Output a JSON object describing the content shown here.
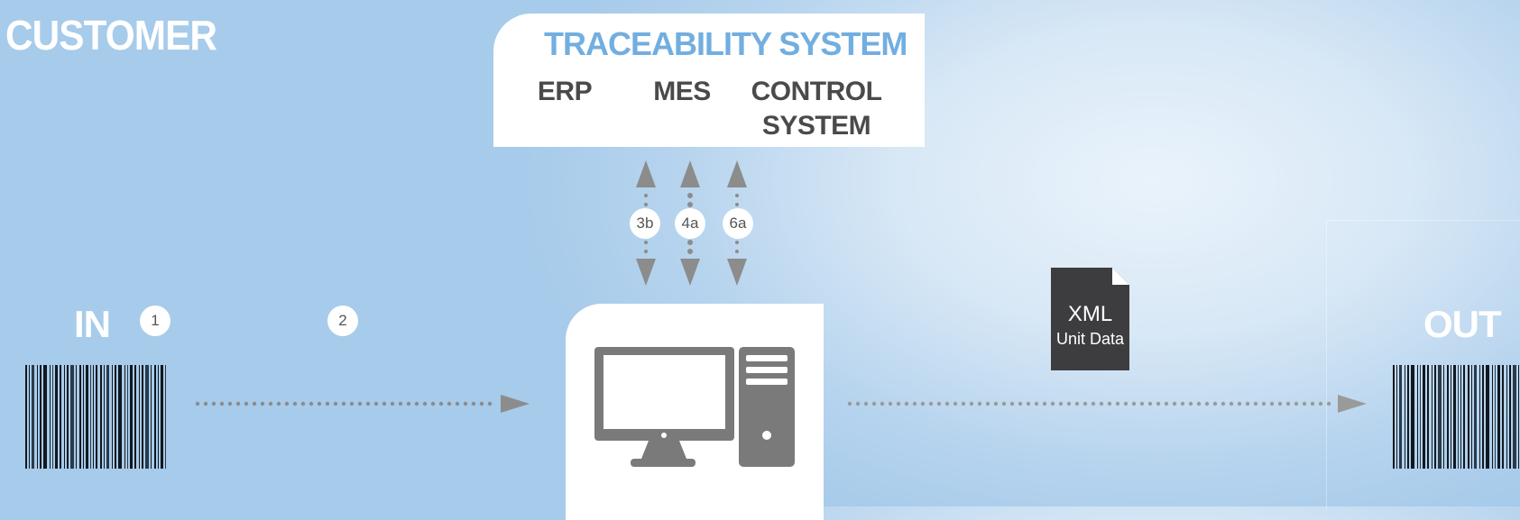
{
  "customer_label": "CUSTOMER",
  "traceability": {
    "title": "TRACEABILITY SYSTEM",
    "erp": "ERP",
    "mes": "MES",
    "control_line1": "CONTROL",
    "control_line2": "SYSTEM"
  },
  "badges": {
    "b3b": "3b",
    "b4a": "4a",
    "b6a": "6a",
    "b1": "1",
    "b2": "2"
  },
  "in_label": "IN",
  "out_label": "OUT",
  "xml": {
    "line1": "XML",
    "line2": "Unit Data"
  },
  "colors": {
    "background": "#a7cbea",
    "title_blue": "#72aee0",
    "dark_text": "#4a4a4a",
    "arrow_gray": "#8c8c8c",
    "doc_dark": "#3d3d40"
  },
  "icons": {
    "computer": "desktop-computer-icon",
    "document": "document-icon",
    "barcode": "barcode-icon"
  }
}
